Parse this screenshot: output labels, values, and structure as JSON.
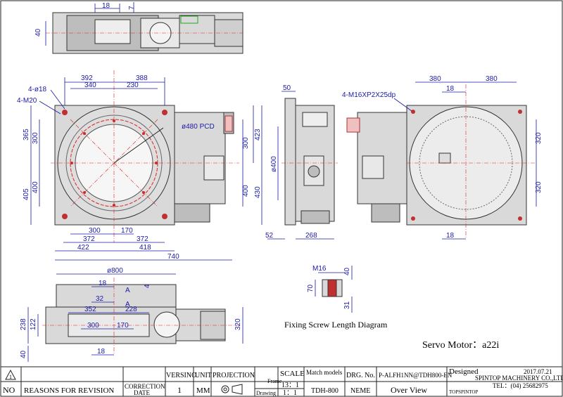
{
  "top_view": {
    "dims": {
      "d18": "18",
      "d7": "7",
      "d40": "40"
    }
  },
  "front_view": {
    "callouts": {
      "holes18": "4-ø18",
      "m20": "4-M20",
      "pcd": "ø480 PCD"
    },
    "dims": {
      "top_392": "392",
      "top_388": "388",
      "top_340": "340",
      "top_230": "230",
      "left_365": "365",
      "left_300": "300",
      "left_405": "405",
      "left_400": "400",
      "right_423": "423",
      "right_300": "300",
      "right_400": "400",
      "right_430": "430",
      "bot_300": "300",
      "bot_170": "170",
      "bot_372a": "372",
      "bot_372b": "372",
      "bot_422": "422",
      "bot_418": "418",
      "bot_740": "740"
    }
  },
  "side_view": {
    "dims": {
      "d50": "50",
      "d400": "ø400",
      "d52": "52",
      "d268": "268"
    }
  },
  "rear_view": {
    "callout": "4-M16XP2X25dp",
    "dims": {
      "d380a": "380",
      "d380b": "380",
      "d18a": "18",
      "d320a": "320",
      "d320b": "320",
      "d18b": "18"
    }
  },
  "plan_view": {
    "dims": {
      "d800": "ø800",
      "d18a": "18",
      "dA": "A",
      "d32": "32",
      "d4": "4",
      "dA2": "A",
      "d238": "238",
      "d122": "122",
      "d352": "352",
      "d228": "228",
      "d300": "300",
      "d170": "170",
      "d320": "320",
      "d40": "40",
      "d18b": "18"
    }
  },
  "screw_diagram": {
    "label": "Fixing Screw Length Diagram",
    "dims": {
      "m16": "M16",
      "d40": "40",
      "d70": "70",
      "d31": "31"
    }
  },
  "servo_motor": "Servo Motor：a22i",
  "title_block": {
    "versino": "VERSINO",
    "unit": "UNIT",
    "projection": "PROJECTION",
    "scale": "SCALE",
    "frame": "Frame",
    "frame_value": "13：1",
    "drawing": "Drawing",
    "drawing_value": "1：1",
    "match_models": "Match models",
    "drg_no": "DRG. No.",
    "drg_no_value": "P-ALFH1NN@TDH800-EN",
    "designed": "Designed",
    "date": "2017.07.21",
    "company": "SPINTOP MACHINERY CO.,LTD.",
    "phone": "TEL：(04) 25682975",
    "no": "NO",
    "reasons": "REASONS FOR REVISION",
    "correction": "CORRECTION",
    "correction_date": "DATE",
    "version_value": "1",
    "unit_value": "MM",
    "model_value": "TDH-800",
    "neme": "NEME",
    "view_name": "Over View",
    "logo_text": "TOPSPINTOP",
    "revision_mark": "1"
  }
}
